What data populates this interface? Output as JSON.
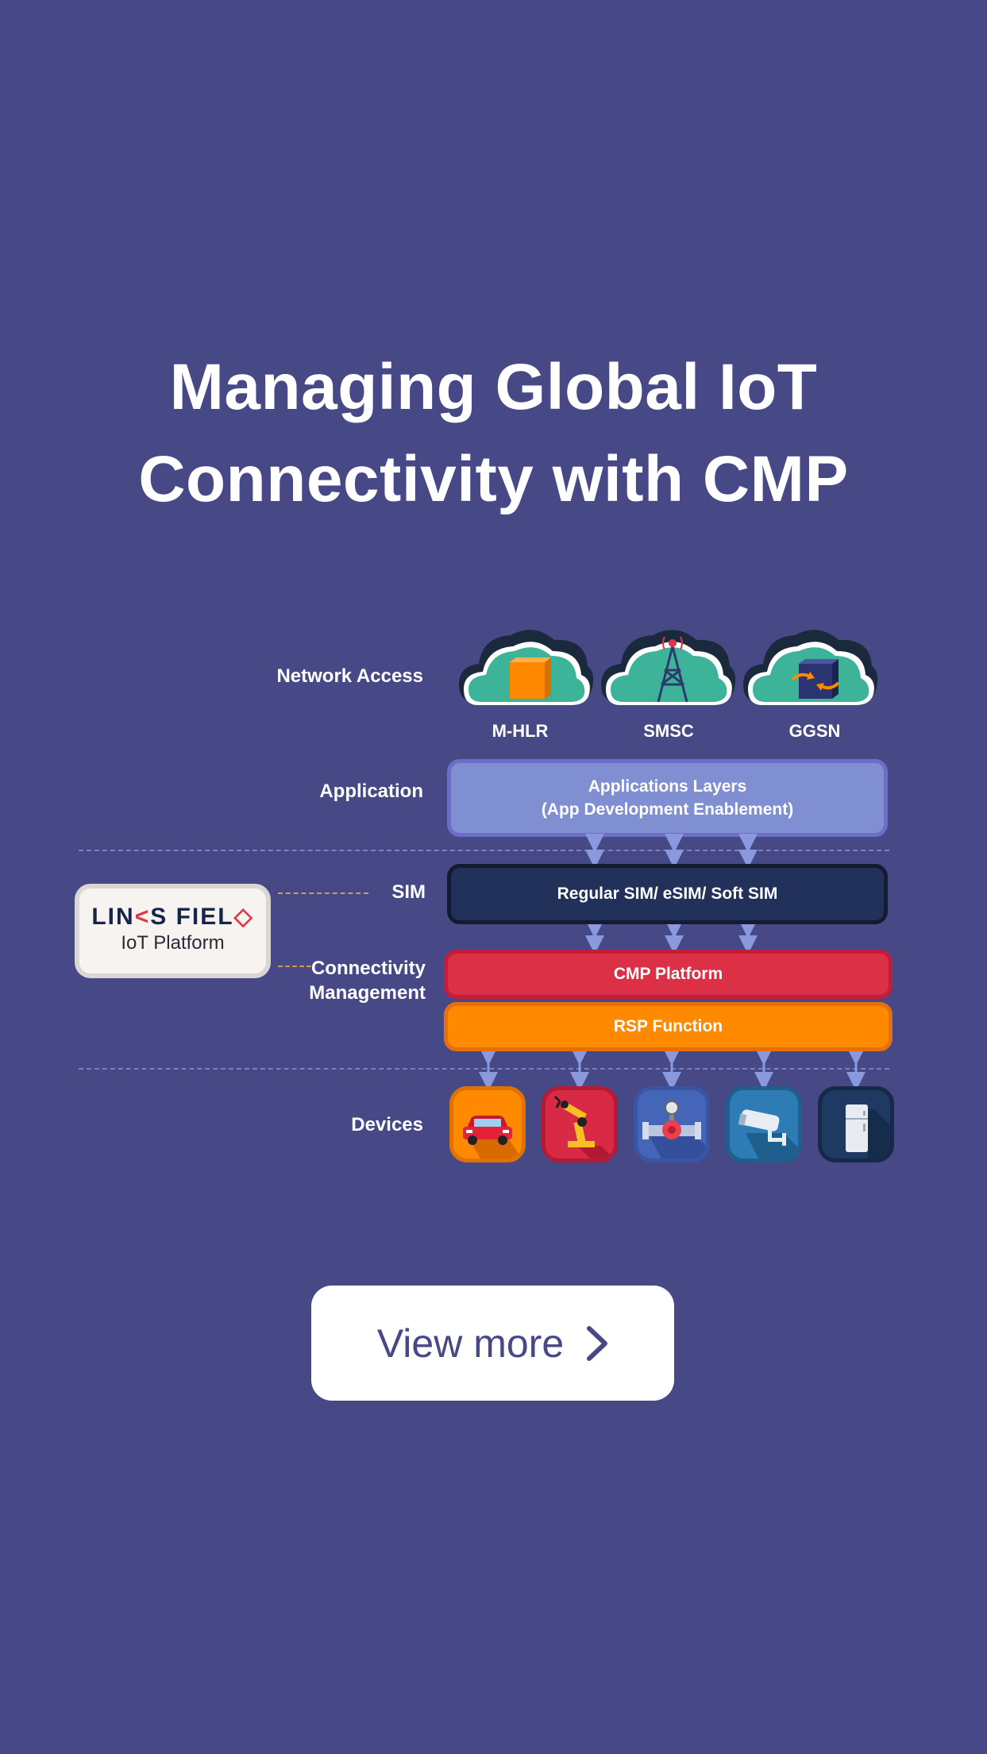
{
  "title": {
    "line1": "Managing Global IoT",
    "line2": "Connectivity with CMP"
  },
  "layers": {
    "network_access": "Network Access",
    "application": "Application",
    "sim": "SIM",
    "connectivity_line1": "Connectivity",
    "connectivity_line2": "Management",
    "devices": "Devices"
  },
  "clouds": [
    "M-HLR",
    "SMSC",
    "GGSN"
  ],
  "boxes": {
    "app_line1": "Applications Layers",
    "app_line2": "(App Development Enablement)",
    "sim": "Regular SIM/ eSIM/ Soft SIM",
    "cmp": "CMP Platform",
    "rsp": "RSP Function"
  },
  "logo": {
    "brand_part1": "LIN",
    "brand_k": "<",
    "brand_part2": "S FIEL",
    "subtitle": "IoT Platform"
  },
  "devices": [
    "car-icon",
    "robot-arm-icon",
    "valve-icon",
    "security-camera-icon",
    "refrigerator-icon"
  ],
  "cta": {
    "label": "View more"
  },
  "colors": {
    "background": "#474886",
    "app_layer": "#7f8fd1",
    "sim_layer": "#21315a",
    "cmp_layer": "#db3046",
    "rsp_layer": "#ff8a00",
    "cloud": "#3db39a"
  }
}
